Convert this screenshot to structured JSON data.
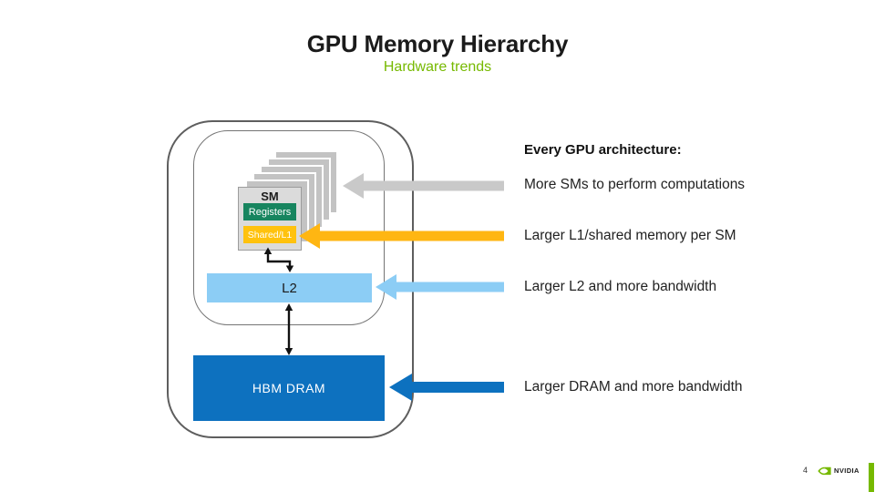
{
  "slide": {
    "title": "GPU Memory Hierarchy",
    "subtitle": "Hardware trends",
    "page_number": "4",
    "brand_name": "NVIDIA"
  },
  "diagram": {
    "sm": {
      "label": "SM",
      "registers_label": "Registers",
      "shared_l1_label": "Shared/L1",
      "stack_count": 6
    },
    "l2_label": "L2",
    "hbm_label": "HBM DRAM"
  },
  "annotations": {
    "header": "Every GPU architecture:",
    "items": [
      {
        "text": "More SMs to perform computations",
        "arrow_color": "#c9c9c9"
      },
      {
        "text": "Larger L1/shared memory per SM",
        "arrow_color": "#ffb612"
      },
      {
        "text": "Larger L2 and more bandwidth",
        "arrow_color": "#8ccdf5"
      },
      {
        "text": "Larger DRAM and more bandwidth",
        "arrow_color": "#0d71bf"
      }
    ]
  },
  "colors": {
    "accent_green": "#76b900",
    "sm_card_gray": "#c3c3c3",
    "sm_front_gray": "#dbdbdb",
    "registers_green": "#17855f",
    "shared_l1_yellow": "#ffc20e",
    "l2_light_blue": "#8ccdf5",
    "hbm_blue": "#0d71bf",
    "connector_black": "#111111"
  }
}
